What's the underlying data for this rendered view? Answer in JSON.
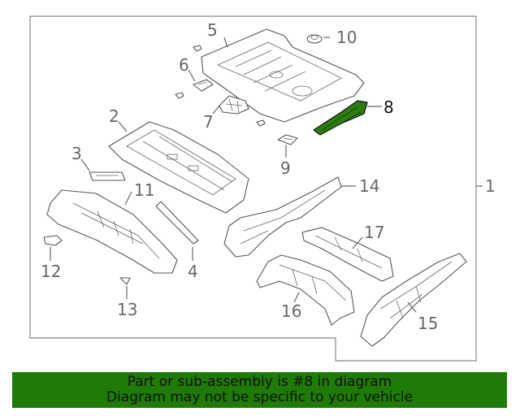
{
  "callouts": {
    "c1": "1",
    "c2": "2",
    "c3": "3",
    "c4": "4",
    "c5": "5",
    "c6": "6",
    "c7": "7",
    "c8": "8",
    "c9": "9",
    "c10": "10",
    "c11": "11",
    "c12": "12",
    "c13": "13",
    "c14": "14",
    "c15": "15",
    "c16": "16",
    "c17": "17"
  },
  "highlight": {
    "part": "8",
    "color": "#2e7d10"
  },
  "banner": {
    "line1": "Part or sub-assembly is #8 in diagram",
    "line2": "Diagram may not be specific to your vehicle",
    "background": "#1f7a08"
  }
}
